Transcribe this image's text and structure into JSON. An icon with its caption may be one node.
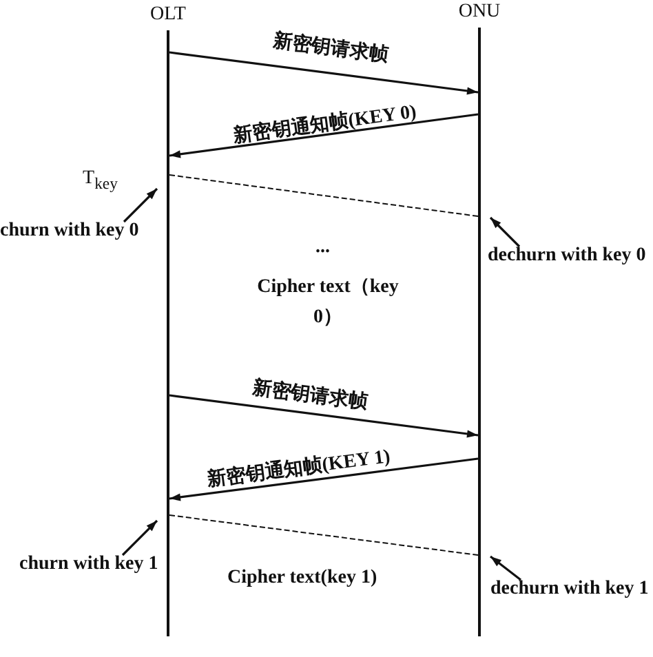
{
  "diagram": {
    "nodes": [
      {
        "text": [
          "OLT"
        ]
      },
      {
        "text": [
          "ONU"
        ]
      },
      {
        "text": [
          "churn with key 0"
        ]
      },
      {
        "text": [
          "dechurn with key 0"
        ]
      },
      {
        "text": [
          "churn with key 1"
        ]
      },
      {
        "text": [
          "dechurn with key 1"
        ]
      }
    ],
    "edges": [
      {
        "from": 0,
        "to": 1,
        "arrow": "to",
        "label": "新密钥请求帧"
      },
      {
        "from": 1,
        "to": 0,
        "arrow": "to",
        "label": "新密钥通知帧(KEY 0)"
      },
      {
        "from": 0,
        "to": 1,
        "arrow": "none",
        "style": "dashed"
      },
      {
        "from": 2,
        "to": 0,
        "arrow": "to"
      },
      {
        "from": 3,
        "to": 1,
        "arrow": "to"
      },
      {
        "from": 0,
        "to": 1,
        "arrow": "to",
        "label": "新密钥请求帧"
      },
      {
        "from": 1,
        "to": 0,
        "arrow": "to",
        "label": "新密钥通知帧(KEY 1)"
      },
      {
        "from": 0,
        "to": 1,
        "arrow": "none",
        "style": "dashed"
      },
      {
        "from": 4,
        "to": 0,
        "arrow": "to"
      },
      {
        "from": 5,
        "to": 1,
        "arrow": "to"
      }
    ],
    "labels": [
      "T$_{key}$",
      "...",
      "Cipher text（key 0）",
      "Cipher text(key 1)"
    ]
  }
}
